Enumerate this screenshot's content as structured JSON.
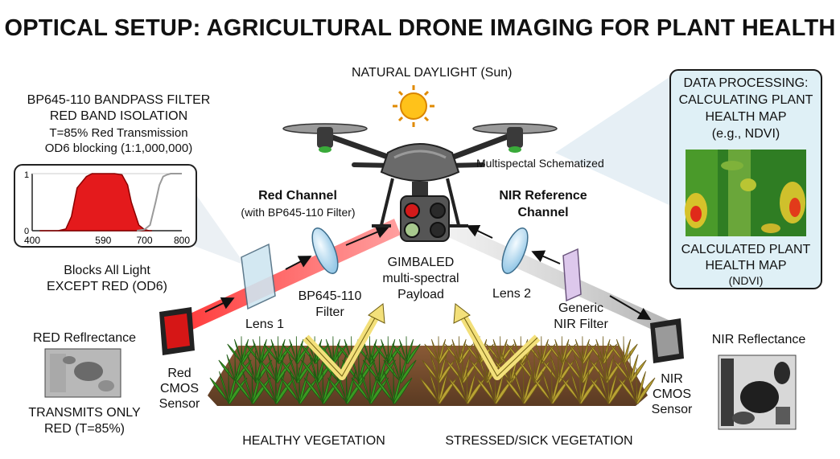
{
  "title": "OPTICAL SETUP: AGRICULTURAL DRONE IMAGING FOR PLANT HEALTH",
  "sun_label": "NATURAL DAYLIGHT (Sun)",
  "filter_info": {
    "line1": "BP645-110 BANDPASS FILTER",
    "line2": "RED BAND ISOLATION",
    "line3": "T=85% Red Transmission",
    "line4": "OD6 blocking (1:1,000,000)"
  },
  "transmission_chart": {
    "type": "line",
    "y_ticks": [
      "1",
      "0"
    ],
    "x_ticks": [
      "400",
      "590",
      "700",
      "800"
    ],
    "xlim": [
      400,
      800
    ],
    "ylim": [
      0,
      1
    ],
    "passband": {
      "x": [
        420,
        470,
        490,
        505,
        520,
        545,
        560,
        590,
        620,
        640,
        655,
        665,
        685,
        700,
        712,
        720
      ],
      "y": [
        0,
        0,
        0.03,
        0.25,
        0.75,
        0.95,
        1.0,
        1.0,
        1.0,
        0.98,
        0.8,
        0.5,
        0.1,
        0.02,
        0,
        0
      ]
    },
    "cutoff_curve": {
      "x": [
        680,
        700,
        715,
        730,
        740,
        750,
        760,
        770,
        785,
        800
      ],
      "y": [
        0,
        0.02,
        0.1,
        0.5,
        0.8,
        0.95,
        0.98,
        1.0,
        1.0,
        1.0
      ]
    },
    "colors": {
      "passband": "#e41a1c",
      "cutoff": "#9a9a9a"
    }
  },
  "blocks_note": {
    "line1": "Blocks All Light",
    "line2": "EXCEPT RED (OD6)"
  },
  "red_channel": {
    "title": "Red Channel",
    "subtitle": "(with BP645-110 Filter)"
  },
  "nir_channel": {
    "line1": "NIR Reference",
    "line2": "Channel"
  },
  "multispectral_note": "Multispectal Schematized",
  "payload": {
    "line1": "GIMBALED",
    "line2": "multi-spectral",
    "line3": "Payload"
  },
  "lens1": "Lens 1",
  "lens2": "Lens 2",
  "bp_filter": {
    "line1": "BP645-110",
    "line2": "Filter"
  },
  "nir_filter": {
    "line1": "Generic",
    "line2": "NIR Filter"
  },
  "red_sensor": {
    "line1": "Red",
    "line2": "CMOS",
    "line3": "Sensor"
  },
  "nir_sensor": {
    "line1": "NIR",
    "line2": "CMOS",
    "line3": "Sensor"
  },
  "red_reflectance": "RED Reflrectance",
  "transmits_note": {
    "line1": "TRANSMITS ONLY",
    "line2": "RED (T=85%)"
  },
  "nir_reflectance": "NIR Reflectance",
  "data_box": {
    "heading1": "DATA PROCESSING:",
    "heading2": "CALCULATING PLANT",
    "heading3": "HEALTH MAP",
    "heading4": "(e.g., NDVI)",
    "footer1": "CALCULATED PLANT",
    "footer2": "HEALTH MAP",
    "footer3": "(NDVI)"
  },
  "ground": {
    "healthy": "HEALTHY VEGETATION",
    "stressed": "STRESSED/SICK VEGETATION"
  },
  "colors": {
    "red_beam": "#ee1111",
    "healthy_leaf": "#3a9a22",
    "stressed_leaf": "#b9a233",
    "arrow_yellow": "#f3e07a",
    "box_bg": "#dff0f6"
  }
}
